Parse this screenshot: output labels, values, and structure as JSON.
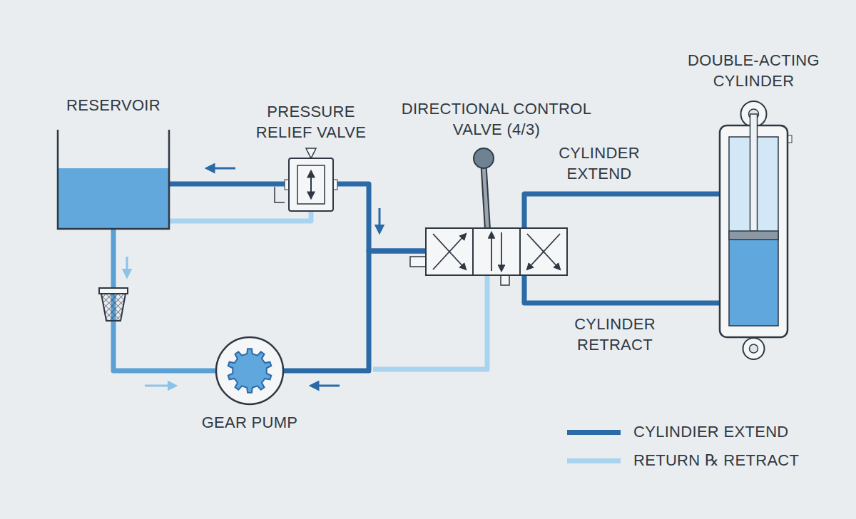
{
  "diagram": {
    "nodes": [
      {
        "text": [
          "RESERVOIR"
        ]
      },
      {
        "text": [
          "PRESSURE RELIEF VALVE"
        ]
      },
      {
        "text": [
          "DIRECTIONAL CONTROL VALVE (4/3)"
        ]
      },
      {
        "text": [
          "DOUBLE-ACTING CYLINDER"
        ]
      },
      {
        "text": [
          "GEAR PUMP"
        ]
      }
    ],
    "edges": [
      {
        "from": 0,
        "to": 4,
        "arrow": "none"
      },
      {
        "from": 1,
        "to": 0,
        "arrow": "none"
      },
      {
        "from": 1,
        "to": 2,
        "arrow": "none"
      },
      {
        "from": 2,
        "to": 4,
        "arrow": "none"
      },
      {
        "from": 2,
        "to": 3,
        "label": "CYLINDER EXTEND",
        "arrow": "none"
      },
      {
        "from": 2,
        "to": 3,
        "label": "CYLINDER RETRACT",
        "arrow": "none"
      },
      {
        "from": 1,
        "to": 0,
        "arrow": "none"
      }
    ],
    "legend": [
      {
        "text": "CYLINDIER EXTEND",
        "color": "#2b6aa6"
      },
      {
        "text": "RETURN ℞ RETRACT",
        "color": "#a9d4ef"
      }
    ]
  }
}
